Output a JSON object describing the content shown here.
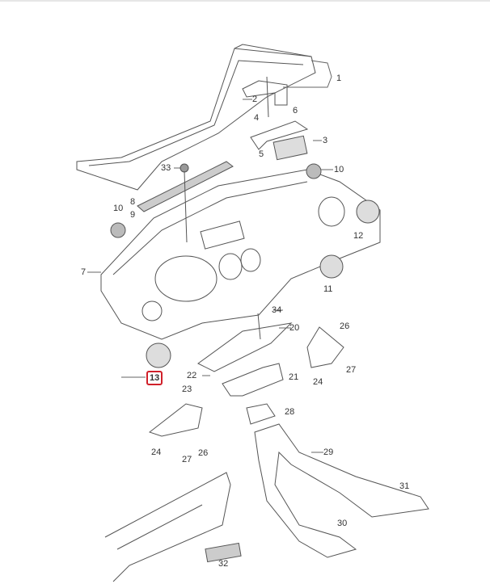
{
  "diagram": {
    "callouts": {
      "c1": "1",
      "c2": "2",
      "c3": "3",
      "c4": "4",
      "c5": "5",
      "c6": "6",
      "c7": "7",
      "c8": "8",
      "c9": "9",
      "c10a": "10",
      "c10b": "10",
      "c11": "11",
      "c12": "12",
      "c13": "13",
      "c20": "20",
      "c21": "21",
      "c22": "22",
      "c23": "23",
      "c24a": "24",
      "c24b": "24",
      "c26a": "26",
      "c26b": "26",
      "c27a": "27",
      "c27b": "27",
      "c28": "28",
      "c29": "29",
      "c30": "30",
      "c31": "31",
      "c32": "32",
      "c33": "33",
      "c34": "34"
    },
    "highlight_color": "#d0202a"
  }
}
